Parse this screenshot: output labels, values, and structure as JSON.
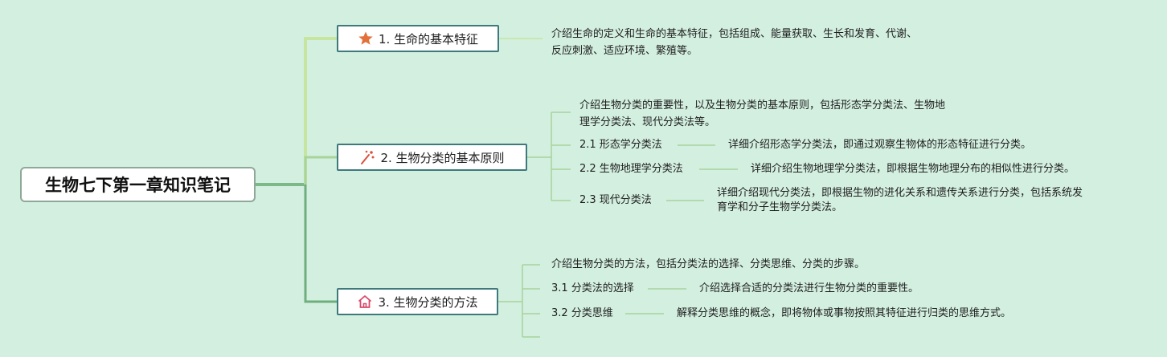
{
  "root": {
    "title": "生物七下第一章知识笔记"
  },
  "branches": [
    {
      "title": "1. 生命的基本特征",
      "icon": "star-icon",
      "icon_color": "#e2703a",
      "desc": [
        "介绍生命的定义和生命的基本特征，包括组成、能量获取、生长和发育、代谢、",
        "反应刺激、适应环境、繁殖等。"
      ]
    },
    {
      "title": "2. 生物分类的基本原则",
      "icon": "sparkle-icon",
      "icon_color": "#d9523c",
      "desc": [
        "介绍生物分类的重要性，以及生物分类的基本原则，包括形态学分类法、生物地",
        "理学分类法、现代分类法等。"
      ],
      "children": [
        {
          "title": "2.1 形态学分类法",
          "desc": [
            "详细介绍形态学分类法，即通过观察生物体的形态特征进行分类。"
          ]
        },
        {
          "title": "2.2 生物地理学分类法",
          "desc": [
            "详细介绍生物地理学分类法，即根据生物地理分布的相似性进行分类。"
          ]
        },
        {
          "title": "2.3 现代分类法",
          "desc": [
            "详细介绍现代分类法，即根据生物的进化关系和遗传关系进行分类，包括系统发",
            "育学和分子生物学分类法。"
          ]
        }
      ]
    },
    {
      "title": "3. 生物分类的方法",
      "icon": "house-icon",
      "icon_color": "#d94a6a",
      "desc": [
        "介绍生物分类的方法，包括分类法的选择、分类思维、分类的步骤。"
      ],
      "children": [
        {
          "title": "3.1 分类法的选择",
          "desc": [
            "介绍选择合适的分类法进行生物分类的重要性。"
          ]
        },
        {
          "title": "3.2 分类思维",
          "desc": [
            "解释分类思维的概念，即将物体或事物按照其特征进行归类的思维方式。"
          ]
        }
      ]
    }
  ],
  "colors": {
    "background": "#d3efe0",
    "branch1_link": "#c6e6a0",
    "branch2_link": "#a8d49a",
    "branch3_link": "#6fae7e",
    "branch_border": "#3e7a7c"
  }
}
